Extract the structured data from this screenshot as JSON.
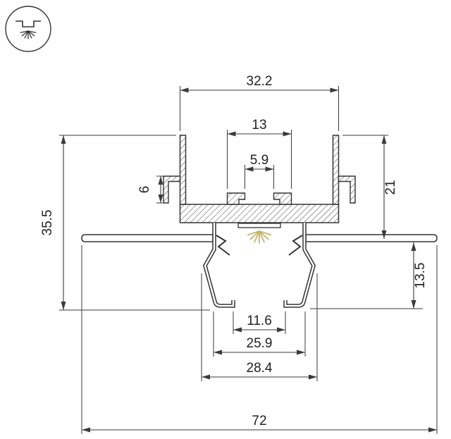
{
  "title": "LED profile cross-section drawing",
  "icon": {
    "name": "recessed-downlight-icon"
  },
  "dims": {
    "top_width": "32.2",
    "slot_outer": "13",
    "slot_inner": "5.9",
    "hook_height": "6",
    "upper_right_height": "21",
    "overall_height": "35.5",
    "lower_right_height": "13.5",
    "bottom_opening": "11.6",
    "bottom_body_width": "25.9",
    "bottom_outer_width": "28.4",
    "overall_width": "72"
  },
  "colors": {
    "line": "#333333",
    "dimension": "#3a3a3a",
    "glow": "#c9b36a",
    "background": "#ffffff"
  }
}
